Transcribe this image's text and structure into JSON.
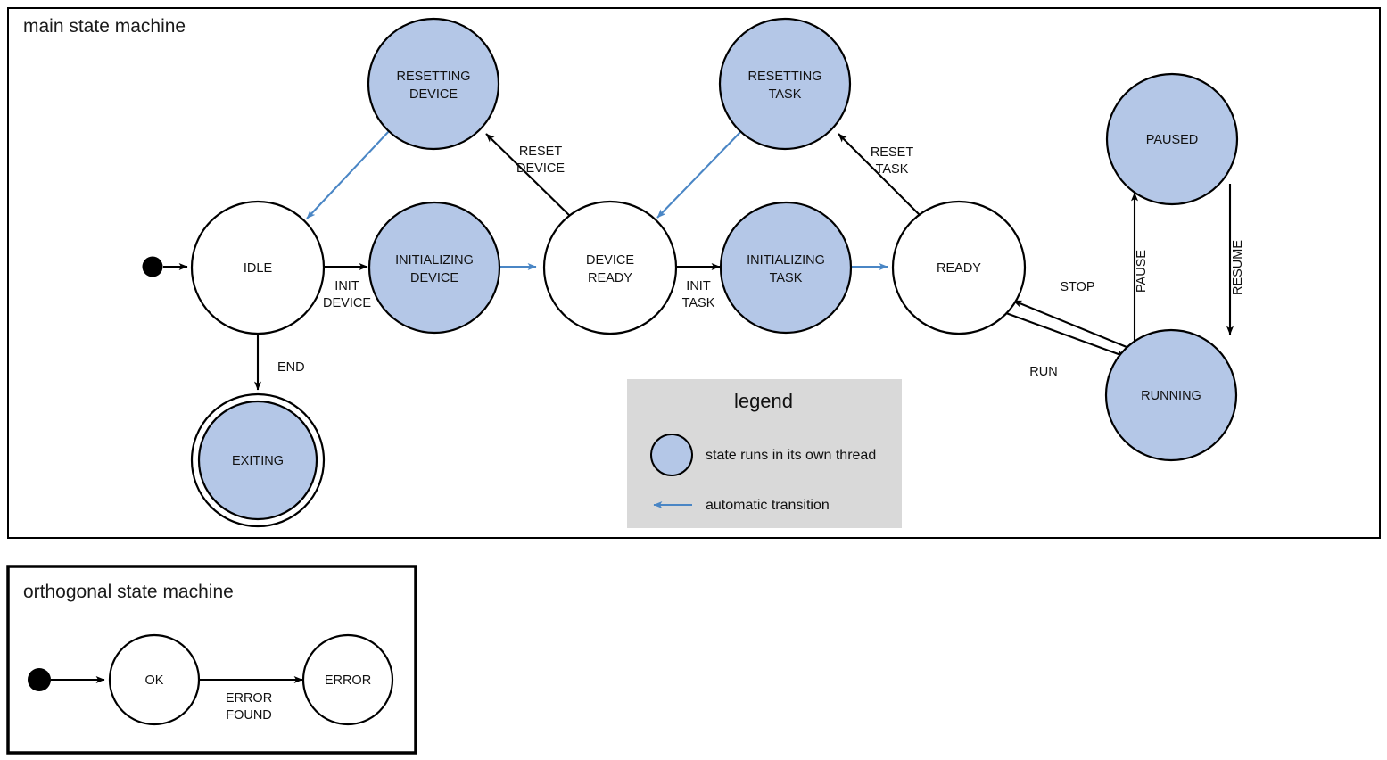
{
  "panels": {
    "main": {
      "title": "main state machine"
    },
    "orthogonal": {
      "title": "orthogonal state machine"
    }
  },
  "legend": {
    "title": "legend",
    "thread_note": "state runs in its own thread",
    "auto_note": "automatic transition",
    "swatch_color": "#b4c7e7",
    "auto_arrow_color": "#4a86c5",
    "background_color": "#d9d9d9"
  },
  "states": {
    "idle": {
      "line1": "IDLE",
      "line2": ""
    },
    "initializing_device": {
      "line1": "INITIALIZING",
      "line2": "DEVICE"
    },
    "resetting_device": {
      "line1": "RESETTING",
      "line2": "DEVICE"
    },
    "device_ready": {
      "line1": "DEVICE",
      "line2": "READY"
    },
    "initializing_task": {
      "line1": "INITIALIZING",
      "line2": "TASK"
    },
    "resetting_task": {
      "line1": "RESETTING",
      "line2": "TASK"
    },
    "ready": {
      "line1": "READY",
      "line2": ""
    },
    "paused": {
      "line1": "PAUSED",
      "line2": ""
    },
    "running": {
      "line1": "RUNNING",
      "line2": ""
    },
    "exiting": {
      "line1": "EXITING",
      "line2": ""
    },
    "ok": {
      "line1": "OK",
      "line2": ""
    },
    "error": {
      "line1": "ERROR",
      "line2": ""
    }
  },
  "transitions": {
    "init_device": {
      "line1": "INIT",
      "line2": "DEVICE"
    },
    "reset_device": {
      "line1": "RESET",
      "line2": "DEVICE"
    },
    "init_task": {
      "line1": "INIT",
      "line2": "TASK"
    },
    "reset_task": {
      "line1": "RESET",
      "line2": "TASK"
    },
    "end": {
      "line1": "END",
      "line2": ""
    },
    "run": {
      "line1": "RUN",
      "line2": ""
    },
    "stop": {
      "line1": "STOP",
      "line2": ""
    },
    "pause": {
      "line1": "PAUSE",
      "line2": ""
    },
    "resume": {
      "line1": "RESUME",
      "line2": ""
    },
    "error_found": {
      "line1": "ERROR",
      "line2": "FOUND"
    }
  }
}
